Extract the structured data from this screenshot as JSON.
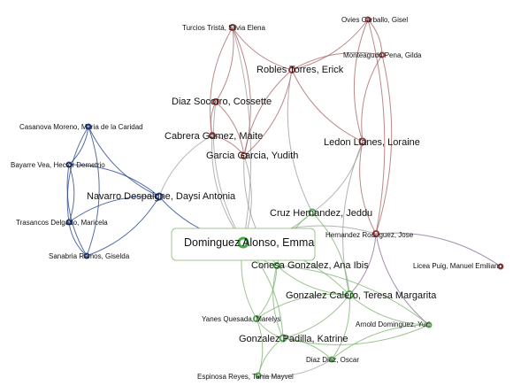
{
  "graph": {
    "colors": {
      "blue": "#1f3d8a",
      "red": "#9b3b3b",
      "green": "#4aa84a",
      "edge_blue": "#1f3d8a",
      "edge_red": "#a56060",
      "edge_green": "#79b06c",
      "edge_gray": "#9a9a9a",
      "edge_purple": "#8a6a95"
    },
    "selected_node": "Dominguez Alonso, Emma",
    "nodes": [
      {
        "id": "casanova",
        "label": "Casanova Moreno, Maria de la Caridad",
        "group": "blue"
      },
      {
        "id": "bayarre",
        "label": "Bayarre Vea, Hector Demetrio",
        "group": "blue"
      },
      {
        "id": "trasancos",
        "label": "Trasancos Delgado, Maricela",
        "group": "blue"
      },
      {
        "id": "sanabria",
        "label": "Sanabria Ramos, Giselda",
        "group": "blue"
      },
      {
        "id": "navarro",
        "label": "Navarro Despaigne, Daysi Antonia",
        "group": "blue"
      },
      {
        "id": "turcios",
        "label": "Turcios Tristá, Silvia Elena",
        "group": "red"
      },
      {
        "id": "diaz_socorro",
        "label": "Diaz Socorro, Cossette",
        "group": "red"
      },
      {
        "id": "cabrera",
        "label": "Cabrera Gamez, Maite",
        "group": "red"
      },
      {
        "id": "garcia",
        "label": "Garcia Garcia, Yudith",
        "group": "red"
      },
      {
        "id": "robles",
        "label": "Robles Torres, Erick",
        "group": "red"
      },
      {
        "id": "ovies",
        "label": "Ovies Carballo, Gisel",
        "group": "red"
      },
      {
        "id": "monteagudo",
        "label": "Monteagudo Pena, Gilda",
        "group": "red"
      },
      {
        "id": "ledon",
        "label": "Ledon Llanes, Loraine",
        "group": "red"
      },
      {
        "id": "hernandez_r",
        "label": "Hernandez Rodriguez, Jose",
        "group": "red"
      },
      {
        "id": "licea",
        "label": "Licea Puig, Manuel Emiliano",
        "group": "red"
      },
      {
        "id": "cruz",
        "label": "Cruz Hernandez, Jeddu",
        "group": "green"
      },
      {
        "id": "dominguez_e",
        "label": "Dominguez Alonso, Emma",
        "group": "green"
      },
      {
        "id": "conesa",
        "label": "Conesa Gonzalez, Ana Ibis",
        "group": "green"
      },
      {
        "id": "gonzalez_c",
        "label": "Gonzalez Calero, Teresa Margarita",
        "group": "green"
      },
      {
        "id": "yanes",
        "label": "Yanes Quesada, Marelys",
        "group": "green"
      },
      {
        "id": "gonzalez_p",
        "label": "Gonzalez Padilla, Katrine",
        "group": "green"
      },
      {
        "id": "arnold",
        "label": "Arnold Dominguez, Yuri",
        "group": "green"
      },
      {
        "id": "diaz_diaz",
        "label": "Diaz Diaz, Oscar",
        "group": "green"
      },
      {
        "id": "espinosa",
        "label": "Espinosa Reyes, Tania Mayvel",
        "group": "green"
      }
    ],
    "edges": [
      [
        "casanova",
        "bayarre",
        "blue"
      ],
      [
        "casanova",
        "trasancos",
        "blue"
      ],
      [
        "casanova",
        "sanabria",
        "blue"
      ],
      [
        "casanova",
        "navarro",
        "blue"
      ],
      [
        "bayarre",
        "trasancos",
        "blue"
      ],
      [
        "bayarre",
        "sanabria",
        "blue"
      ],
      [
        "bayarre",
        "navarro",
        "blue"
      ],
      [
        "trasancos",
        "sanabria",
        "blue"
      ],
      [
        "trasancos",
        "navarro",
        "blue"
      ],
      [
        "sanabria",
        "navarro",
        "blue"
      ],
      [
        "navarro",
        "cabrera",
        "gray"
      ],
      [
        "navarro",
        "dominguez_e",
        "blue"
      ],
      [
        "turcios",
        "diaz_socorro",
        "red"
      ],
      [
        "turcios",
        "cabrera",
        "red"
      ],
      [
        "turcios",
        "garcia",
        "red"
      ],
      [
        "turcios",
        "robles",
        "red"
      ],
      [
        "turcios",
        "dominguez_e",
        "gray"
      ],
      [
        "diaz_socorro",
        "cabrera",
        "red"
      ],
      [
        "diaz_socorro",
        "garcia",
        "red"
      ],
      [
        "diaz_socorro",
        "dominguez_e",
        "gray"
      ],
      [
        "cabrera",
        "garcia",
        "red"
      ],
      [
        "cabrera",
        "dominguez_e",
        "gray"
      ],
      [
        "garcia",
        "dominguez_e",
        "gray"
      ],
      [
        "garcia",
        "conesa",
        "gray"
      ],
      [
        "garcia",
        "robles",
        "red"
      ],
      [
        "robles",
        "ovies",
        "red"
      ],
      [
        "robles",
        "monteagudo",
        "red"
      ],
      [
        "robles",
        "ledon",
        "red"
      ],
      [
        "robles",
        "garcia",
        "red"
      ],
      [
        "robles",
        "cruz",
        "gray"
      ],
      [
        "ovies",
        "monteagudo",
        "red"
      ],
      [
        "ovies",
        "ledon",
        "red"
      ],
      [
        "ovies",
        "hernandez_r",
        "red"
      ],
      [
        "monteagudo",
        "ledon",
        "red"
      ],
      [
        "monteagudo",
        "hernandez_r",
        "red"
      ],
      [
        "ledon",
        "hernandez_r",
        "red"
      ],
      [
        "ledon",
        "cruz",
        "gray"
      ],
      [
        "ledon",
        "gonzalez_c",
        "gray"
      ],
      [
        "hernandez_r",
        "licea",
        "purple"
      ],
      [
        "hernandez_r",
        "arnold",
        "purple"
      ],
      [
        "hernandez_r",
        "gonzalez_c",
        "purple"
      ],
      [
        "hernandez_r",
        "dominguez_e",
        "gray"
      ],
      [
        "cruz",
        "dominguez_e",
        "green"
      ],
      [
        "cruz",
        "conesa",
        "green"
      ],
      [
        "cruz",
        "gonzalez_c",
        "green"
      ],
      [
        "dominguez_e",
        "conesa",
        "green"
      ],
      [
        "dominguez_e",
        "gonzalez_c",
        "green"
      ],
      [
        "dominguez_e",
        "yanes",
        "green"
      ],
      [
        "dominguez_e",
        "gonzalez_p",
        "green"
      ],
      [
        "conesa",
        "gonzalez_c",
        "green"
      ],
      [
        "conesa",
        "yanes",
        "green"
      ],
      [
        "conesa",
        "gonzalez_p",
        "green"
      ],
      [
        "conesa",
        "arnold",
        "green"
      ],
      [
        "gonzalez_c",
        "yanes",
        "green"
      ],
      [
        "gonzalez_c",
        "gonzalez_p",
        "green"
      ],
      [
        "gonzalez_c",
        "arnold",
        "green"
      ],
      [
        "gonzalez_c",
        "diaz_diaz",
        "green"
      ],
      [
        "yanes",
        "gonzalez_p",
        "green"
      ],
      [
        "yanes",
        "espinosa",
        "green"
      ],
      [
        "gonzalez_p",
        "espinosa",
        "green"
      ],
      [
        "gonzalez_p",
        "diaz_diaz",
        "green"
      ],
      [
        "gonzalez_p",
        "arnold",
        "green"
      ],
      [
        "diaz_diaz",
        "espinosa",
        "gray"
      ],
      [
        "arnold",
        "diaz_diaz",
        "green"
      ]
    ]
  }
}
